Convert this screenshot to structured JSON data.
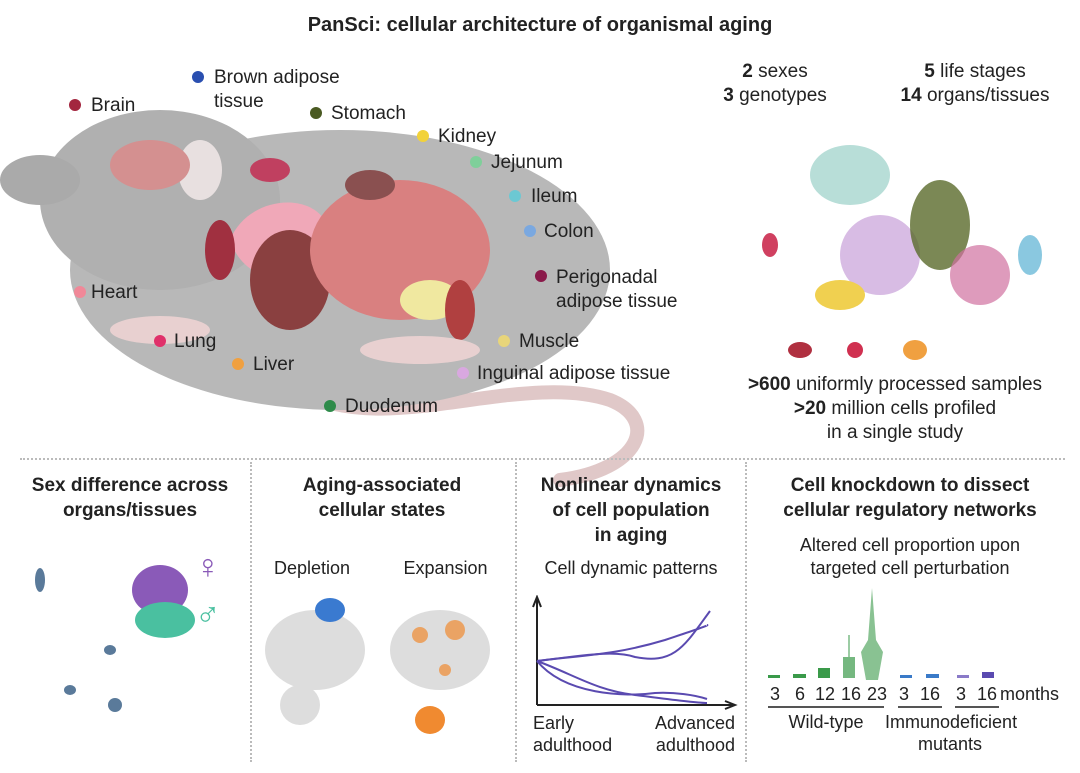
{
  "title": "PanSci: cellular architecture of organismal aging",
  "organs": [
    {
      "label": "Brain",
      "color": "#a3263f"
    },
    {
      "label": "Brown adipose",
      "label2": "tissue",
      "color": "#2a4fb0"
    },
    {
      "label": "Stomach",
      "color": "#4a5a22"
    },
    {
      "label": "Kidney",
      "color": "#f2d23a"
    },
    {
      "label": "Jejunum",
      "color": "#7fcf9a"
    },
    {
      "label": "Ileum",
      "color": "#6cc8d3"
    },
    {
      "label": "Colon",
      "color": "#7aa8e0"
    },
    {
      "label": "Perigonadal",
      "label2": "adipose tissue",
      "color": "#8a1a4a"
    },
    {
      "label": "Muscle",
      "color": "#e8d57a"
    },
    {
      "label": "Inguinal adipose tissue",
      "color": "#d9a8e0"
    },
    {
      "label": "Duodenum",
      "color": "#2e8b4a"
    },
    {
      "label": "Liver",
      "color": "#f0a040"
    },
    {
      "label": "Lung",
      "color": "#e0306a"
    },
    {
      "label": "Heart",
      "color": "#f08898"
    }
  ],
  "stats": {
    "sexes_n": "2",
    "sexes": "sexes",
    "genotypes_n": "3",
    "genotypes": "genotypes",
    "stages_n": "5",
    "stages": "life stages",
    "organs_n": "14",
    "organs": "organs/tissues",
    "samples_n": ">600",
    "samples": "uniformly processed samples",
    "cells_n": ">20",
    "cells": "million cells profiled",
    "study": "in a single study"
  },
  "panels": {
    "sex": {
      "title1": "Sex difference across",
      "title2": "organs/tissues",
      "female": "♀",
      "male": "♂"
    },
    "aging": {
      "title1": "Aging-associated",
      "title2": "cellular states",
      "depletion": "Depletion",
      "expansion": "Expansion"
    },
    "dynamics": {
      "title1": "Nonlinear dynamics",
      "title2": "of cell population",
      "title3": "in aging",
      "subtitle": "Cell dynamic patterns",
      "x_left1": "Early",
      "x_left2": "adulthood",
      "x_right1": "Advanced",
      "x_right2": "adulthood"
    },
    "knockdown": {
      "title1": "Cell knockdown to dissect",
      "title2": "cellular regulatory networks",
      "subtitle1": "Altered cell proportion upon",
      "subtitle2": "targeted cell perturbation",
      "ages": [
        "3",
        "6",
        "12",
        "16",
        "23",
        "3",
        "16",
        "3",
        "16"
      ],
      "unit": "months",
      "group1": "Wild-type",
      "group2a": "Immunodeficient",
      "group2b": "mutants"
    }
  },
  "colors": {
    "wt": "#3a9a4a",
    "immuno1": "#3a7ac8",
    "immuno2": "#7a5ab8",
    "curve": "#5a4ab0",
    "female": "#8a5ab8",
    "male": "#4ac0a0"
  }
}
